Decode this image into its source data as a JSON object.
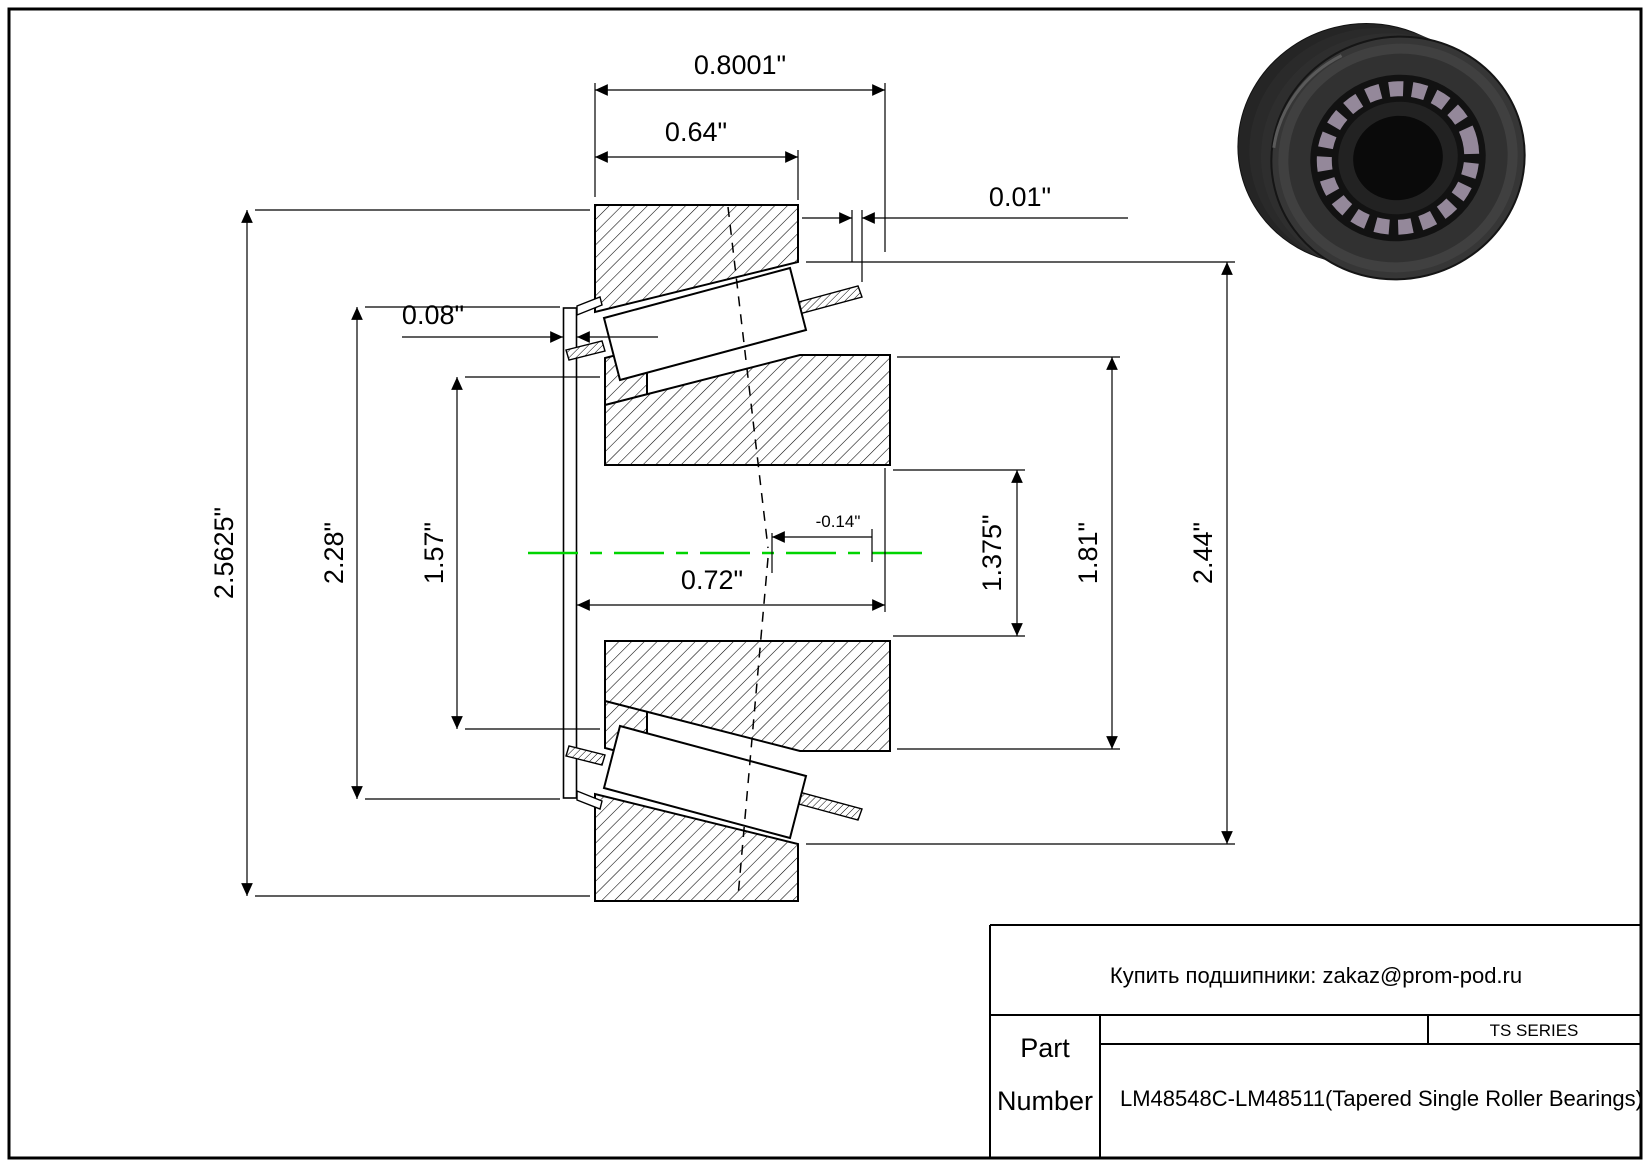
{
  "dimensions": {
    "overall_width": "0.8001\"",
    "cup_width": "0.64\"",
    "standoff": "0.01\"",
    "slinger_standoff": "0.08\"",
    "flange_od": "2.5625\"",
    "slinger_od": "2.28\"",
    "cone_rib_od": "1.57\"",
    "cone_width": "0.72\"",
    "effective_center": "-0.14\"",
    "bore": "1.375\"",
    "cone_backface_od": "1.81\"",
    "cup_od": "2.44\""
  },
  "title_block": {
    "contact_line": "Купить подшипники: zakaz@prom-pod.ru",
    "series_label": "TS SERIES",
    "part_label_top": "Part",
    "part_label_bottom": "Number",
    "part_number": "LM48548C-LM48511(Tapered Single Roller Bearings)"
  },
  "colors": {
    "centerline_green": "#00d400",
    "line_black": "#000000",
    "render_dark": "#2b2b2b",
    "render_rollers": "#94889a"
  }
}
